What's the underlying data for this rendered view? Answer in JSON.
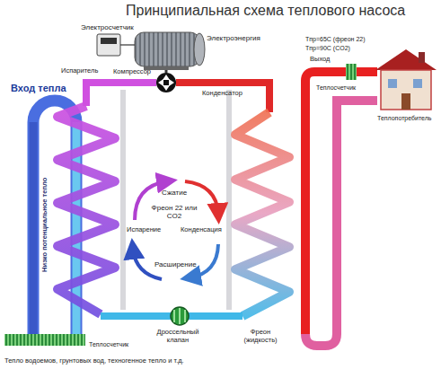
{
  "diagram": {
    "title": "Принципиальная схема теплового насоса",
    "labels": [
      "Электросчетчик",
      "Электроэнергия",
      "Вход тепла",
      "Испаритель",
      "Компрессор",
      "Выход",
      "Tпр=65С (фреон 22)",
      "Tпр=90С (CO2)",
      "Конденсатор",
      "Теплосчетчик",
      "Теплопотребитель",
      "Сжатие",
      "Фреон 22 или CO2",
      "Испарение",
      "Конденсация",
      "Расширение",
      "Низко потенциальное тепло",
      "Теплосчетчик",
      "Дроссельный клапан",
      "Фреон (жидкость)",
      "Тепло водоемов, грунтовых вод, техногенное тепло и т.д."
    ]
  }
}
